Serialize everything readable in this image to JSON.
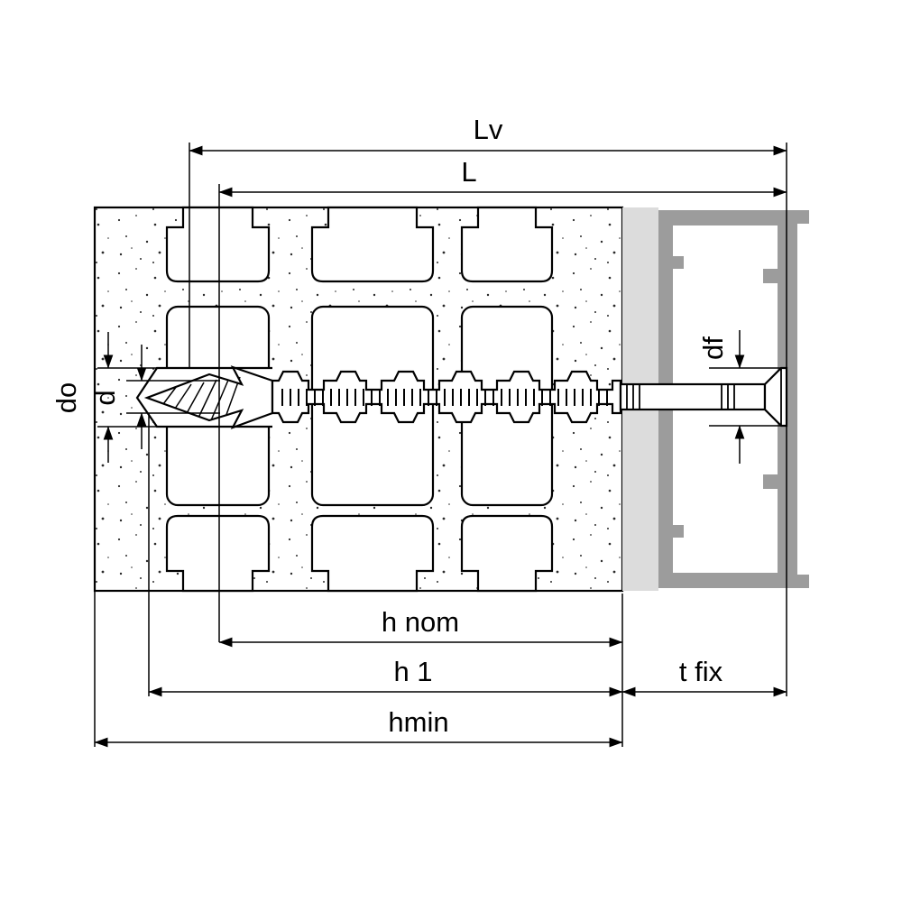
{
  "labels": {
    "lv": "Lv",
    "l": "L",
    "df": "df",
    "do": "do",
    "d": "d",
    "h_nom": "h nom",
    "h_1": "h 1",
    "hmin": "hmin",
    "t_fix": "t fix"
  },
  "colors": {
    "line": "#000000",
    "frame_gray": "#9c9c9c",
    "plaster_gray": "#dcdcdc",
    "background": "#ffffff"
  }
}
